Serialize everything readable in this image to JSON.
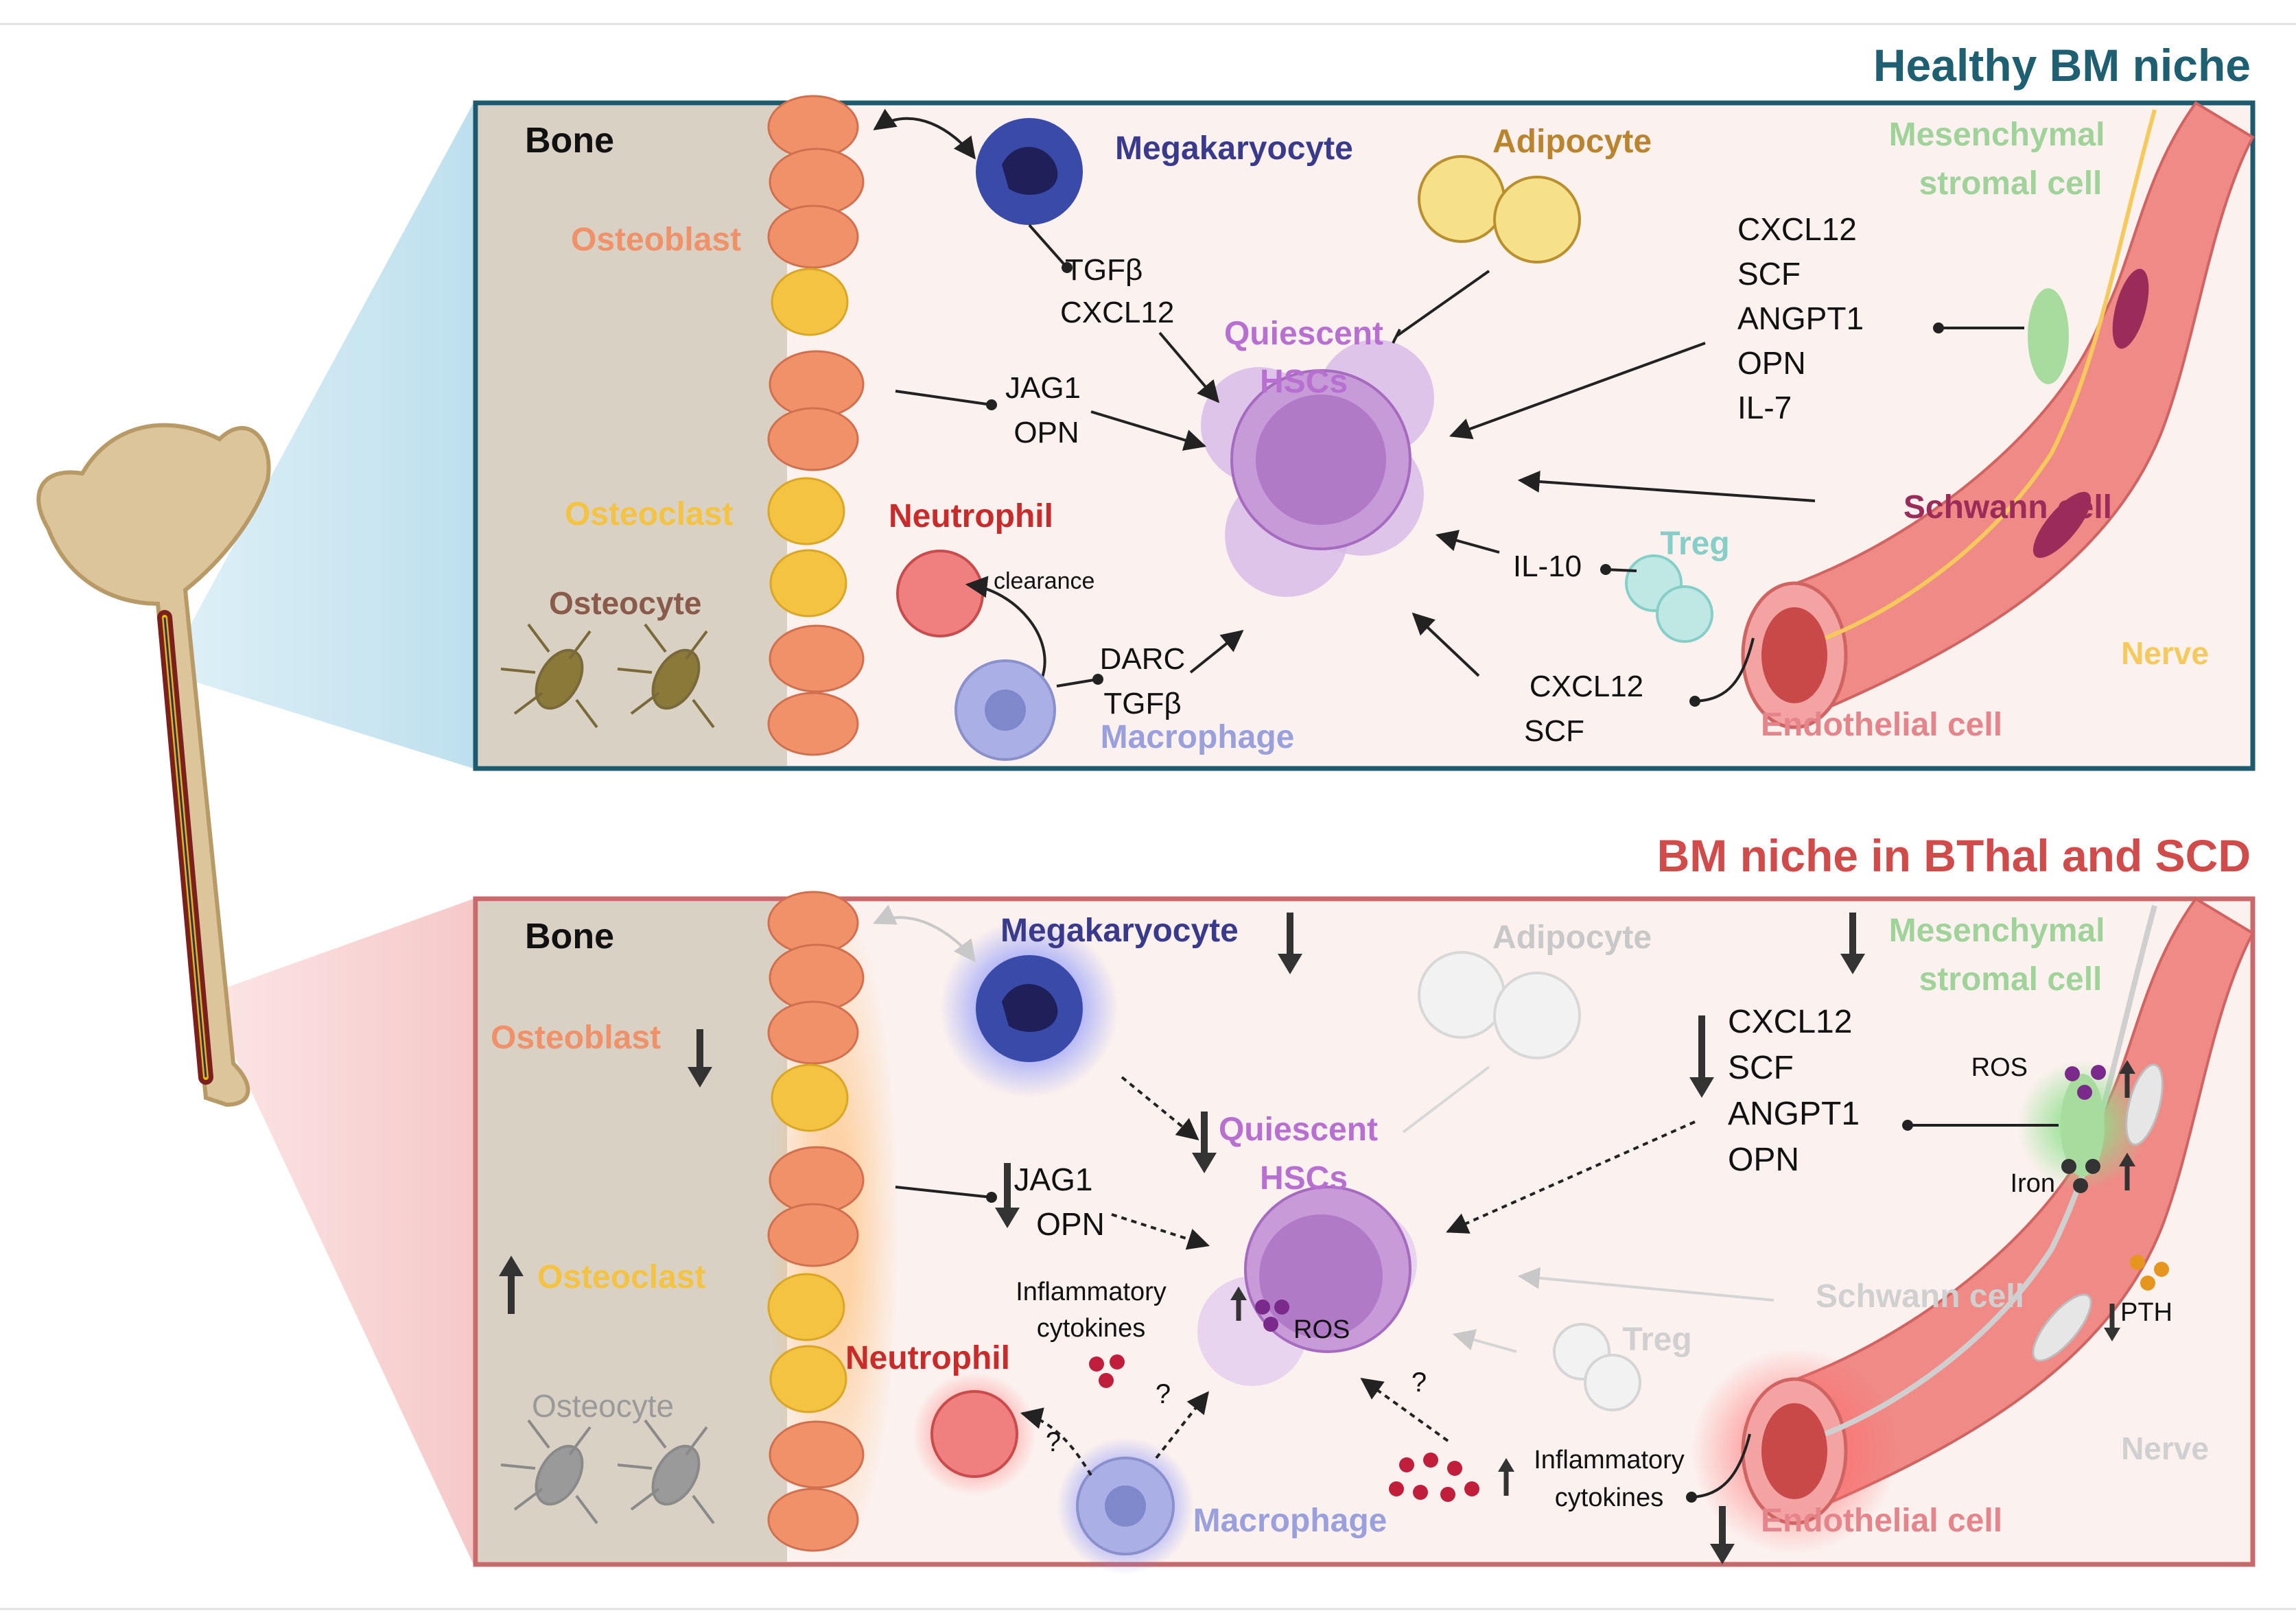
{
  "colors": {
    "healthy_frame": "#1d5a6e",
    "disease_frame": "#c9696c",
    "healthy_title": "#1f5f72",
    "disease_title": "#d24b4b",
    "osteoblast": "#f0916a",
    "osteoclast": "#f5c342",
    "osteocyte": "#8a5a4a",
    "megakaryocyte": "#3a3a8c",
    "adipocyte": "#b9842d",
    "hsc": "#b76fd0",
    "neutrophil": "#c92a2a",
    "macrophage": "#9aa0dc",
    "msc": "#9fd39a",
    "schwann": "#9b2c5a",
    "treg": "#86cfc9",
    "nerve": "#f6c95c",
    "endothelial": "#e5848a",
    "faded": "#c8c8c8",
    "bone_bg": "#d8d1c4"
  },
  "healthy": {
    "title": "Healthy BM niche",
    "bone": "Bone",
    "osteoblast": "Osteoblast",
    "osteoclast": "Osteoclast",
    "osteocyte": "Osteocyte",
    "megakaryocyte": "Megakaryocyte",
    "adipocyte": "Adipocyte",
    "msc_line1": "Mesenchymal",
    "msc_line2": "stromal cell",
    "hsc_line1": "Quiescent",
    "hsc_line2": "HSCs",
    "neutrophil": "Neutrophil",
    "clearance": "clearance",
    "macrophage": "Macrophage",
    "schwann": "Schwann cell",
    "treg": "Treg",
    "nerve": "Nerve",
    "endothelial": "Endothelial cell",
    "mk_factors": [
      "TGFβ",
      "CXCL12"
    ],
    "ob_factors": [
      "JAG1",
      "OPN"
    ],
    "mac_factors": [
      "DARC",
      "TGFβ"
    ],
    "msc_factors": [
      "CXCL12",
      "SCF",
      "ANGPT1",
      "OPN",
      "IL-7"
    ],
    "treg_factor": "IL-10",
    "ec_factors": [
      "CXCL12",
      "SCF"
    ]
  },
  "disease": {
    "title": "BM niche in BThal and SCD",
    "bone": "Bone",
    "osteoblast": "Osteoblast",
    "osteoclast": "Osteoclast",
    "osteocyte": "Osteocyte",
    "megakaryocyte": "Megakaryocyte",
    "adipocyte": "Adipocyte",
    "msc_line1": "Mesenchymal",
    "msc_line2": "stromal cell",
    "hsc_line1": "Quiescent",
    "hsc_line2": "HSCs",
    "ros_hsc": "ROS",
    "ros_msc": "ROS",
    "iron": "Iron",
    "pth": "PTH",
    "neutrophil": "Neutrophil",
    "inflam_line1": "Inflammatory",
    "inflam_line2": "cytokines",
    "q1": "?",
    "q2": "?",
    "q3": "?",
    "macrophage": "Macrophage",
    "schwann": "Schwann cell",
    "treg": "Treg",
    "nerve": "Nerve",
    "endothelial": "Endothelial cell",
    "ob_factors": [
      "JAG1",
      "OPN"
    ],
    "msc_factors": [
      "CXCL12",
      "SCF",
      "ANGPT1",
      "OPN"
    ],
    "ec_line1": "Inflammatory",
    "ec_line2": "cytokines"
  }
}
